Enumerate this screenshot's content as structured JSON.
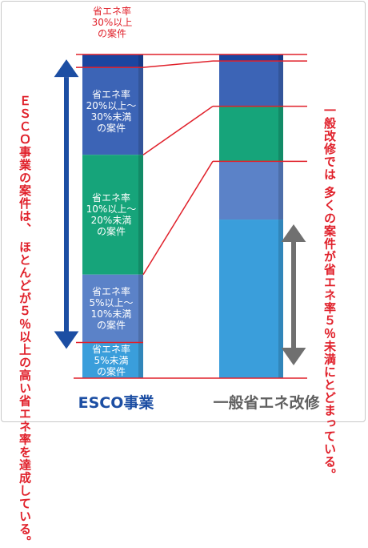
{
  "colors": {
    "seg_ge30": "#1a45a0",
    "seg_20_30": "#3c64b6",
    "seg_10_20": "#16a47a",
    "seg_5_10": "#5b82c8",
    "seg_lt5": "#3a9edb",
    "connector": "#e0202a",
    "esco_arrow": "#1c4ea3",
    "general_arrow": "#707070"
  },
  "top_label": "省エネ率\n30%以上\nの案件",
  "esco_bar": {
    "segments": [
      {
        "id": "ge30",
        "label": "",
        "share_pct": 4
      },
      {
        "id": "20_30",
        "label": "省エネ率\n20%以上～\n30%未満\nの案件",
        "share_pct": 27
      },
      {
        "id": "10_20",
        "label": "省エネ率\n10%以上～\n20%未満\nの案件",
        "share_pct": 37
      },
      {
        "id": "5_10",
        "label": "省エネ率\n5%以上～\n10%未満\nの案件",
        "share_pct": 21
      },
      {
        "id": "lt5",
        "label": "省エネ率\n5%未満\nの案件",
        "share_pct": 11
      }
    ]
  },
  "general_bar": {
    "segments": [
      {
        "id": "ge30",
        "share_pct": 2
      },
      {
        "id": "20_30",
        "share_pct": 14
      },
      {
        "id": "10_20",
        "share_pct": 17
      },
      {
        "id": "5_10",
        "share_pct": 18
      },
      {
        "id": "lt5",
        "share_pct": 49
      }
    ]
  },
  "left_note": "ＥＳＣＯ事業の案件は、\nほとんどが５％以上の高い省エネ率を達成している。",
  "right_note": "一般改修では\n多くの案件が省エネ率５％未満にとどまっている。",
  "labels": {
    "esco": "ESCO事業",
    "general": "一般省エネ改修"
  }
}
